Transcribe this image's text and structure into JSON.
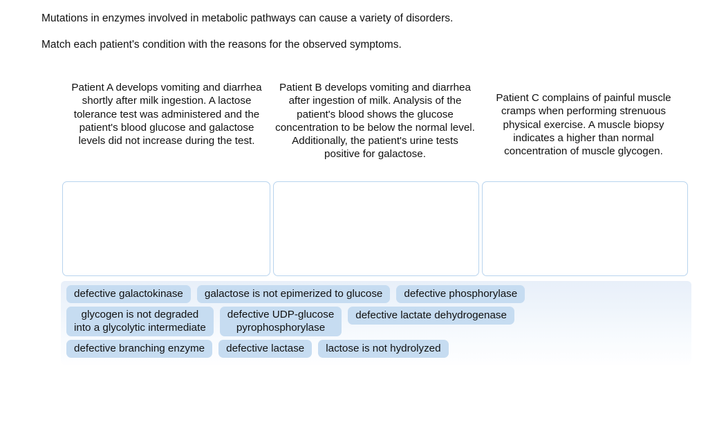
{
  "prompt": {
    "line1": "Mutations in enzymes involved in metabolic pathways can cause a variety of disorders.",
    "line2": "Match each patient's condition with the reasons for the observed symptoms."
  },
  "patients": [
    {
      "id": "a",
      "description": "Patient A develops vomiting and diarrhea shortly after milk ingestion. A lactose tolerance test was administered and the patient's blood glucose and galactose levels did not increase during the test."
    },
    {
      "id": "b",
      "description": "Patient B develops vomiting and diarrhea after ingestion of milk. Analysis of the patient's blood shows the glucose concentration to be below the normal level. Additionally, the patient's urine tests positive for galactose."
    },
    {
      "id": "c",
      "description": "Patient C complains of painful muscle cramps when performing strenuous physical exercise. A muscle biopsy indicates a higher than normal concentration of muscle glycogen."
    }
  ],
  "dropzones": [
    {
      "id": "a",
      "content": ""
    },
    {
      "id": "b",
      "content": ""
    },
    {
      "id": "c",
      "content": ""
    }
  ],
  "answer_bank": {
    "rows": [
      [
        {
          "label": "defective galactokinase",
          "lines": 1
        },
        {
          "label": "galactose is not epimerized to glucose",
          "lines": 1
        },
        {
          "label": "defective phosphorylase",
          "lines": 1
        }
      ],
      [
        {
          "label": "glycogen is not degraded\ninto a glycolytic intermediate",
          "lines": 2
        },
        {
          "label": "defective UDP-glucose\npyrophosphorylase",
          "lines": 2
        },
        {
          "label": "defective lactate dehydrogenase",
          "lines": 1
        }
      ],
      [
        {
          "label": "defective branching enzyme",
          "lines": 1
        },
        {
          "label": "defective lactase",
          "lines": 1
        },
        {
          "label": "lactose is not hydrolyzed",
          "lines": 1
        }
      ]
    ]
  },
  "colors": {
    "token_background": "#c6dcf1",
    "dropzone_border": "#b8d4ee",
    "bank_background": "#e8eff9",
    "text": "#111111"
  }
}
